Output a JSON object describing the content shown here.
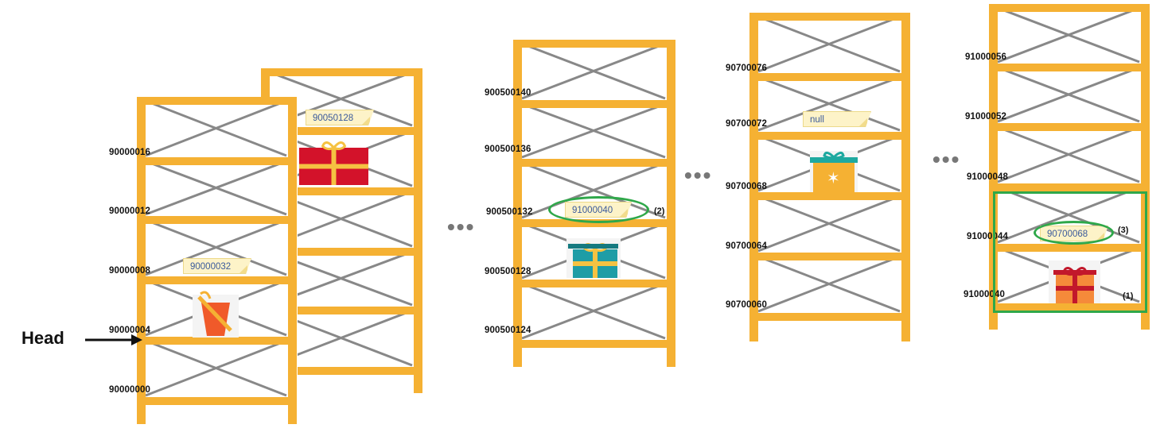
{
  "head_label": "Head",
  "dots": "•••",
  "racks": [
    {
      "addresses": [
        "90000016",
        "90000012",
        "90000008",
        "90000004",
        "90000000"
      ],
      "tag": "90000032"
    },
    {
      "tag": "90050128"
    },
    {
      "addresses": [
        "900500140",
        "900500136",
        "900500132",
        "900500128",
        "900500124"
      ],
      "tag": "91000040",
      "note": "(2)"
    },
    {
      "addresses": [
        "90700076",
        "90700072",
        "90700068",
        "90700064",
        "90700060"
      ],
      "tag": "null"
    },
    {
      "addresses": [
        "91000056",
        "91000052",
        "91000048",
        "91000044",
        "91000040"
      ],
      "tag": "90700068",
      "note_tag": "(3)",
      "note_box": "(1)"
    }
  ],
  "colors": {
    "frame": "#f5b133",
    "brace": "#888888",
    "highlight": "#2fa84a",
    "tag_bg": "#fdf3c8",
    "tag_text": "#3a5a9c"
  }
}
